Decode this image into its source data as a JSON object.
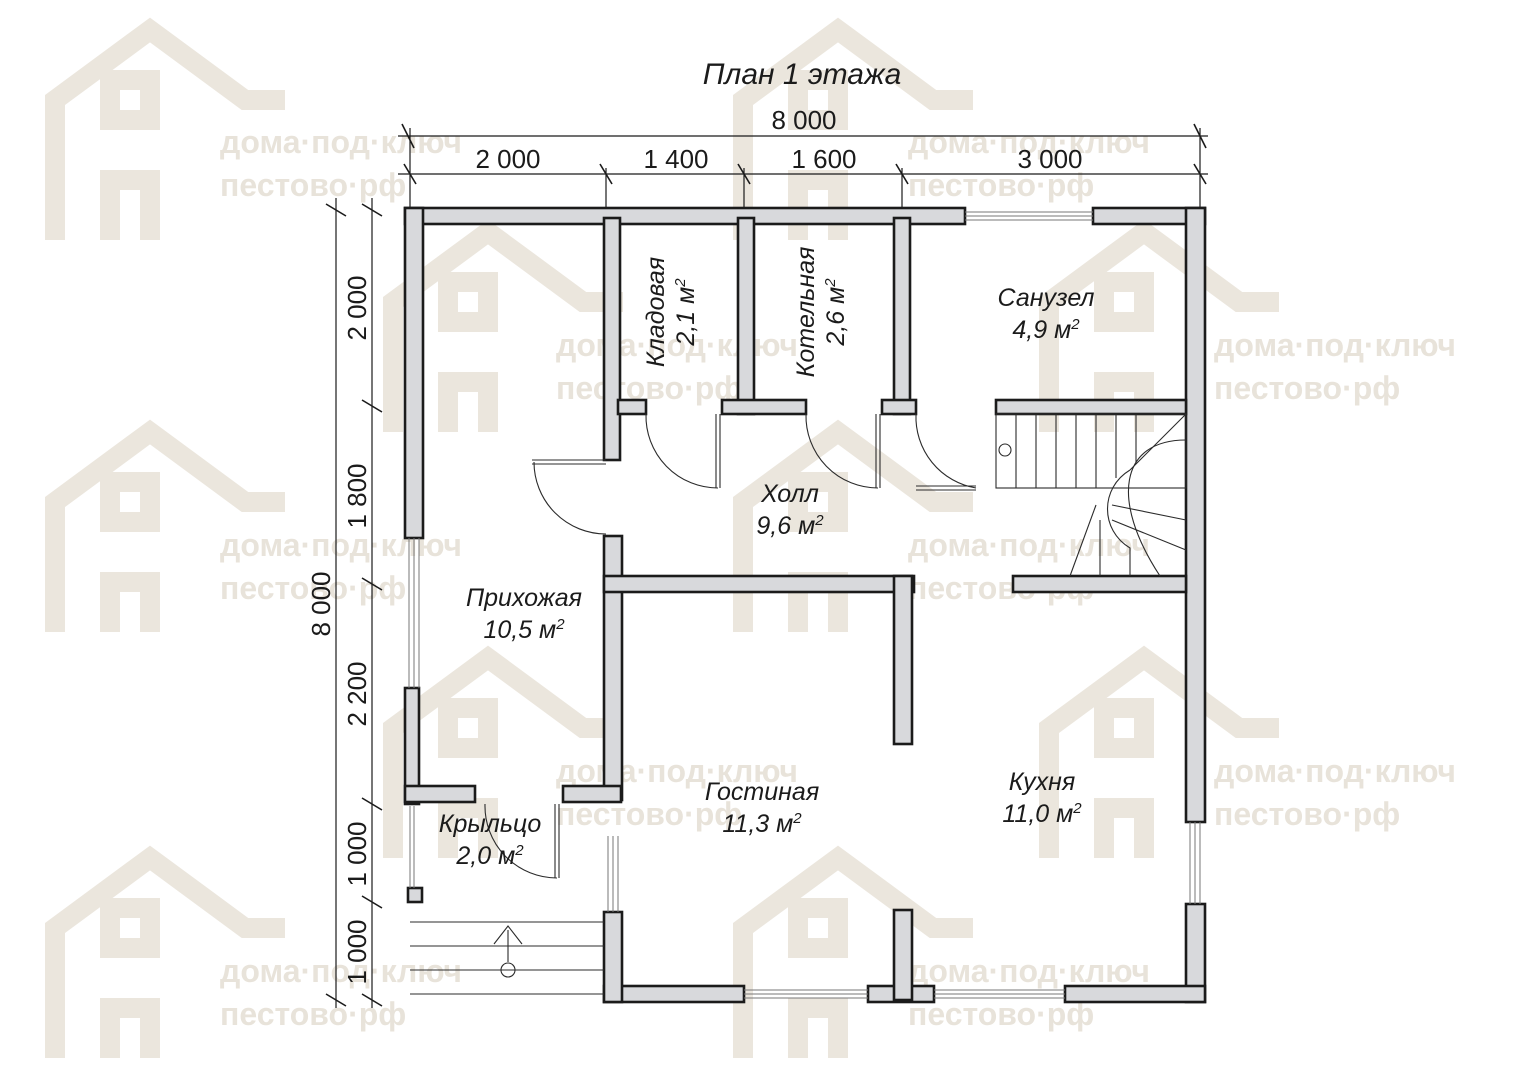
{
  "title": "План 1 этажа",
  "watermark": {
    "line1": "дома·под·ключ",
    "line2": "пестово·рф",
    "icon": "house-outline-icon"
  },
  "dimensions": {
    "top_total": "8 000",
    "top_segments": [
      "2 000",
      "1 400",
      "1 600",
      "3 000"
    ],
    "left_total": "8 000",
    "left_segments": [
      "2 000",
      "1 800",
      "2 200",
      "1 000",
      "1 000"
    ]
  },
  "rooms": {
    "kladovaya": {
      "name": "Кладовая",
      "area": "2,1 м",
      "sup": "2"
    },
    "kotelnaya": {
      "name": "Котельная",
      "area": "2,6 м",
      "sup": "2"
    },
    "sanuzel": {
      "name": "Санузел",
      "area": "4,9 м",
      "sup": "2"
    },
    "holl": {
      "name": "Холл",
      "area": "9,6 м",
      "sup": "2"
    },
    "prihozhaya": {
      "name": "Прихожая",
      "area": "10,5 м",
      "sup": "2"
    },
    "gostinaya": {
      "name": "Гостиная",
      "area": "11,3 м",
      "sup": "2"
    },
    "kuhnya": {
      "name": "Кухня",
      "area": "11,0 м",
      "sup": "2"
    },
    "krylco": {
      "name": "Крыльцо",
      "area": "2,0 м",
      "sup": "2"
    }
  }
}
